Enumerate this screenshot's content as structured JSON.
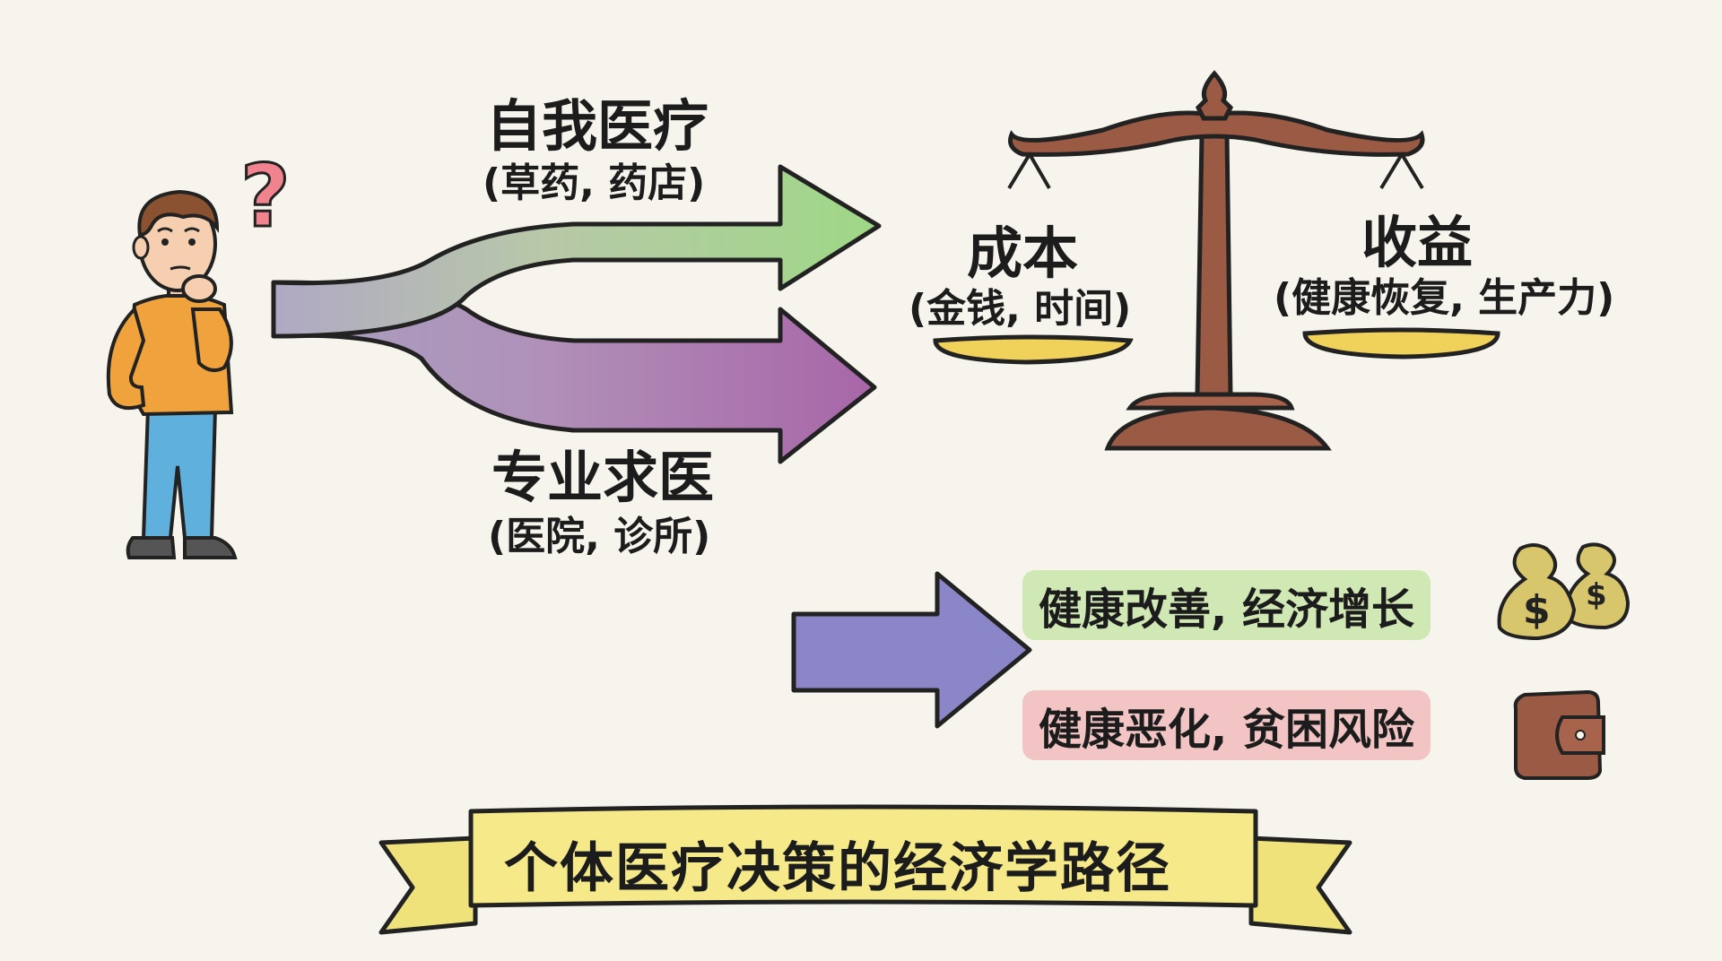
{
  "self_care": {
    "title": "自我医疗",
    "detail": "(草药, 药店)"
  },
  "professional": {
    "title": "专业求医",
    "detail": "(医院, 诊所)"
  },
  "cost": {
    "title": "成本",
    "detail": "(金钱, 时间)"
  },
  "benefit": {
    "title": "收益",
    "detail": "(健康恢复, 生产力)"
  },
  "positive_outcome": "健康改善, 经济增长",
  "negative_outcome": "健康恶化, 贫困风险",
  "question_mark": "?",
  "money_symbol": "$",
  "banner": "个体医疗决策的经济学路径",
  "colors": {
    "background": "#f6f4ec",
    "upper_arrow": "#a8d98a",
    "lower_arrow": "#b07ab0",
    "trunk": "#a8a0b8",
    "outcome_arrow": "#8a86c8",
    "positive_highlight": "#cfe8b4",
    "negative_highlight": "#f2c4c4",
    "banner": "#f5e98a",
    "scale": "#9a5a44",
    "pan": "#f0d25a"
  }
}
